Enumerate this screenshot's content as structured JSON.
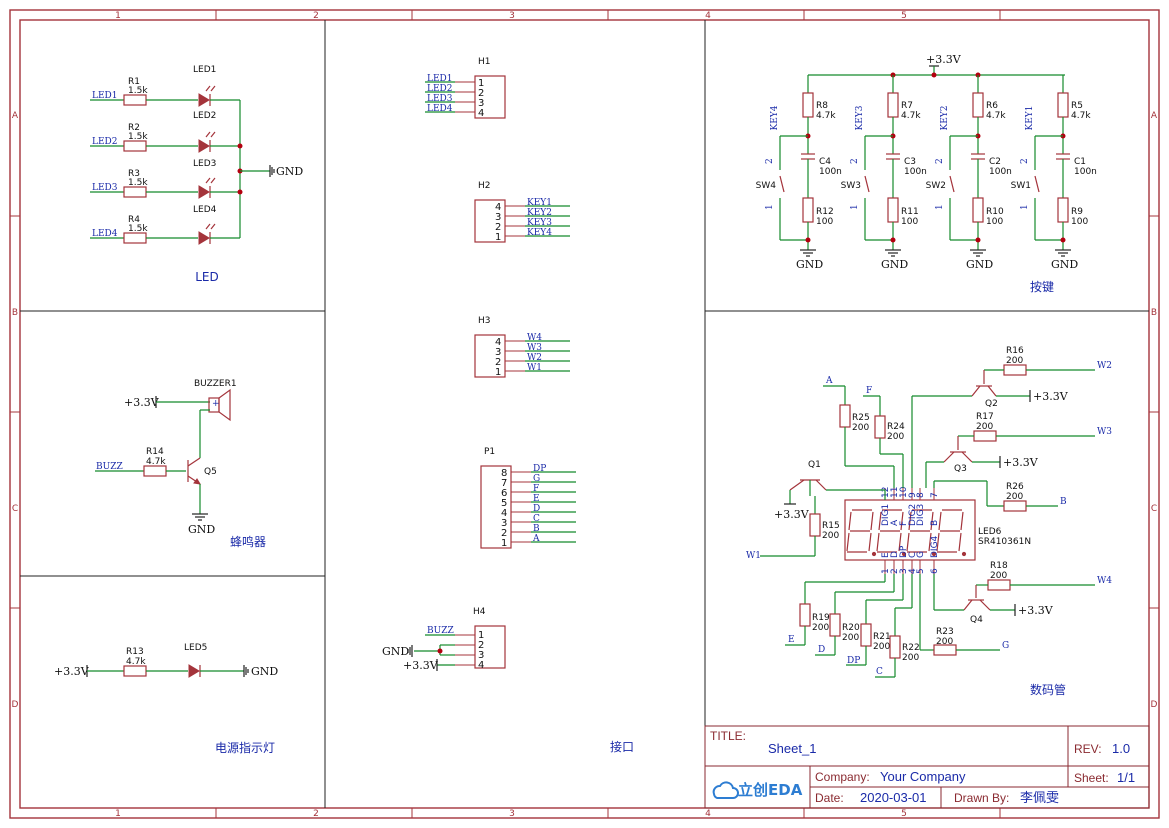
{
  "sheet": {
    "col_labels": [
      "1",
      "2",
      "3",
      "4",
      "5"
    ],
    "row_labels": [
      "A",
      "B",
      "C",
      "D"
    ]
  },
  "sections": {
    "led": "LED",
    "buzzer": "蜂鸣器",
    "power_led": "电源指示灯",
    "interface": "接口",
    "keys": "按键",
    "display": "数码管"
  },
  "power": {
    "gnd": "GND",
    "v33": "+3.3V"
  },
  "led_block": {
    "rows": [
      {
        "net": "LED1",
        "res": "R1",
        "val": "1.5k",
        "led": "LED1"
      },
      {
        "net": "LED2",
        "res": "R2",
        "val": "1.5k",
        "led": "LED2"
      },
      {
        "net": "LED3",
        "res": "R3",
        "val": "1.5k",
        "led": "LED3"
      },
      {
        "net": "LED4",
        "res": "R4",
        "val": "1.5k",
        "led": "LED4"
      }
    ]
  },
  "buzzer_block": {
    "buzzer": "BUZZER1",
    "plus": "+",
    "net": "BUZZ",
    "res": "R14",
    "res_val": "4.7k",
    "transistor": "Q5"
  },
  "power_led_block": {
    "res": "R13",
    "res_val": "4.7k",
    "led": "LED5"
  },
  "headers": {
    "h1": {
      "name": "H1",
      "pins": [
        "1",
        "2",
        "3",
        "4"
      ],
      "nets": [
        "LED1",
        "LED2",
        "LED3",
        "LED4"
      ]
    },
    "h2": {
      "name": "H2",
      "pins": [
        "4",
        "3",
        "2",
        "1"
      ],
      "nets": [
        "KEY1",
        "KEY2",
        "KEY3",
        "KEY4"
      ]
    },
    "h3": {
      "name": "H3",
      "pins": [
        "4",
        "3",
        "2",
        "1"
      ],
      "nets": [
        "W4",
        "W3",
        "W2",
        "W1"
      ]
    },
    "p1": {
      "name": "P1",
      "pins": [
        "8",
        "7",
        "6",
        "5",
        "4",
        "3",
        "2",
        "1"
      ],
      "nets": [
        "DP",
        "G",
        "F",
        "E",
        "D",
        "C",
        "B",
        "A"
      ]
    },
    "h4": {
      "name": "H4",
      "pins": [
        "1",
        "2",
        "3",
        "4"
      ],
      "net1": "BUZZ"
    }
  },
  "keys_block": {
    "columns": [
      {
        "net": "KEY4",
        "r_up": "R8",
        "r_up_val": "4.7k",
        "cap": "C4",
        "cap_val": "100n",
        "sw": "SW4",
        "r_dn": "R12",
        "r_dn_val": "100"
      },
      {
        "net": "KEY3",
        "r_up": "R7",
        "r_up_val": "4.7k",
        "cap": "C3",
        "cap_val": "100n",
        "sw": "SW3",
        "r_dn": "R11",
        "r_dn_val": "100"
      },
      {
        "net": "KEY2",
        "r_up": "R6",
        "r_up_val": "4.7k",
        "cap": "C2",
        "cap_val": "100n",
        "sw": "SW2",
        "r_dn": "R10",
        "r_dn_val": "100"
      },
      {
        "net": "KEY1",
        "r_up": "R5",
        "r_up_val": "4.7k",
        "cap": "C1",
        "cap_val": "100n",
        "sw": "SW1",
        "r_dn": "R9",
        "r_dn_val": "100"
      }
    ],
    "sw_pin_top": "2",
    "sw_pin_bottom": "1"
  },
  "display_block": {
    "part": "LED6",
    "model": "SR410361N",
    "top_pins": [
      "12",
      "11",
      "10",
      "9",
      "8",
      "7"
    ],
    "top_pin_names": [
      "DIG1",
      "A",
      "F",
      "DIG2",
      "DIG3",
      "B"
    ],
    "bottom_pins": [
      "1",
      "2",
      "3",
      "4",
      "5",
      "6"
    ],
    "bottom_pin_names": [
      "E",
      "D",
      "DP",
      "C",
      "G",
      "DIG4"
    ],
    "resistors": [
      {
        "ref": "R25",
        "val": "200",
        "net": "A"
      },
      {
        "ref": "R24",
        "val": "200",
        "net": "F"
      },
      {
        "ref": "R16",
        "val": "200",
        "net": "W2"
      },
      {
        "ref": "R17",
        "val": "200",
        "net": "W3"
      },
      {
        "ref": "R26",
        "val": "200",
        "net": "B"
      },
      {
        "ref": "R15",
        "val": "200",
        "net": "W1"
      },
      {
        "ref": "R18",
        "val": "200",
        "net": "W4"
      },
      {
        "ref": "R19",
        "val": "200",
        "net": "E"
      },
      {
        "ref": "R20",
        "val": "200",
        "net": "D"
      },
      {
        "ref": "R21",
        "val": "200",
        "net": "DP"
      },
      {
        "ref": "R22",
        "val": "200",
        "net": "C"
      },
      {
        "ref": "R23",
        "val": "200",
        "net": "G"
      }
    ],
    "transistors": [
      "Q1",
      "Q2",
      "Q3",
      "Q4"
    ]
  },
  "title_block": {
    "title_label": "TITLE:",
    "title": "Sheet_1",
    "rev_label": "REV:",
    "rev": "1.0",
    "company_label": "Company:",
    "company": "Your Company",
    "sheet_label": "Sheet:",
    "sheet": "1/1",
    "date_label": "Date:",
    "date": "2020-03-01",
    "drawn_label": "Drawn By:",
    "drawn": "李佩雯",
    "logo": "立创EDA"
  }
}
